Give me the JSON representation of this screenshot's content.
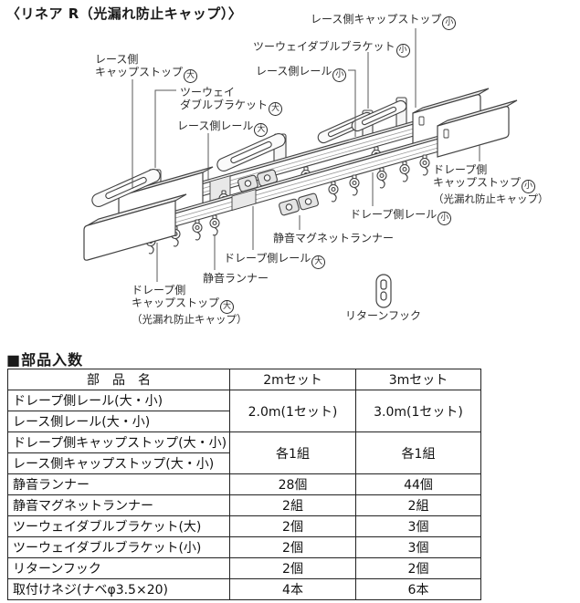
{
  "title": "〈リネア R（光漏れ防止キャップ）〉",
  "diagram": {
    "callouts": [
      {
        "lines": [
          "レース側キャップストップ"
        ],
        "size": "小"
      },
      {
        "lines": [
          "ツーウェイダブルブラケット"
        ],
        "size": "小"
      },
      {
        "lines": [
          "レース側レール"
        ],
        "size": "小"
      },
      {
        "lines": [
          "レース側",
          "キャップストップ"
        ],
        "size": "大"
      },
      {
        "lines": [
          "ツーウェイ",
          "ダブルブラケット"
        ],
        "size": "大"
      },
      {
        "lines": [
          "レース側レール"
        ],
        "size": "大"
      },
      {
        "lines": [
          "ドレープ側",
          "キャップストップ"
        ],
        "size": "小",
        "note": "（光漏れ防止キャップ）"
      },
      {
        "lines": [
          "ドレープ側レール"
        ],
        "size": "小"
      },
      {
        "lines": [
          "静音マグネットランナー"
        ]
      },
      {
        "lines": [
          "ドレープ側レール"
        ],
        "size": "大"
      },
      {
        "lines": [
          "静音ランナー"
        ]
      },
      {
        "lines": [
          "ドレープ側",
          "キャップストップ"
        ],
        "size": "大",
        "note": "（光漏れ防止キャップ）"
      },
      {
        "lines": [
          "リターンフック"
        ]
      }
    ]
  },
  "parts_table": {
    "section_title": "■部品入数",
    "columns": [
      "部　品　名",
      "2mセット",
      "3mセット"
    ],
    "groups": [
      {
        "names": [
          "ドレープ側レール(大・小)",
          "レース側レール(大・小)"
        ],
        "values": [
          "2.0m(1セット)",
          "3.0m(1セット)"
        ]
      },
      {
        "names": [
          "ドレープ側キャップストップ(大・小)",
          "レース側キャップストップ(大・小)"
        ],
        "values": [
          "各1組",
          "各1組"
        ]
      },
      {
        "names": [
          "静音ランナー"
        ],
        "values": [
          "28個",
          "44個"
        ]
      },
      {
        "names": [
          "静音マグネットランナー"
        ],
        "values": [
          "2組",
          "2組"
        ]
      },
      {
        "names": [
          "ツーウェイダブルブラケット(大)"
        ],
        "values": [
          "2個",
          "3個"
        ]
      },
      {
        "names": [
          "ツーウェイダブルブラケット(小)"
        ],
        "values": [
          "2個",
          "3個"
        ]
      },
      {
        "names": [
          "リターンフック"
        ],
        "values": [
          "2個",
          "2個"
        ]
      },
      {
        "names": [
          "取付けネジ(ナベφ3.5×20)"
        ],
        "values": [
          "4本",
          "6本"
        ]
      }
    ]
  }
}
